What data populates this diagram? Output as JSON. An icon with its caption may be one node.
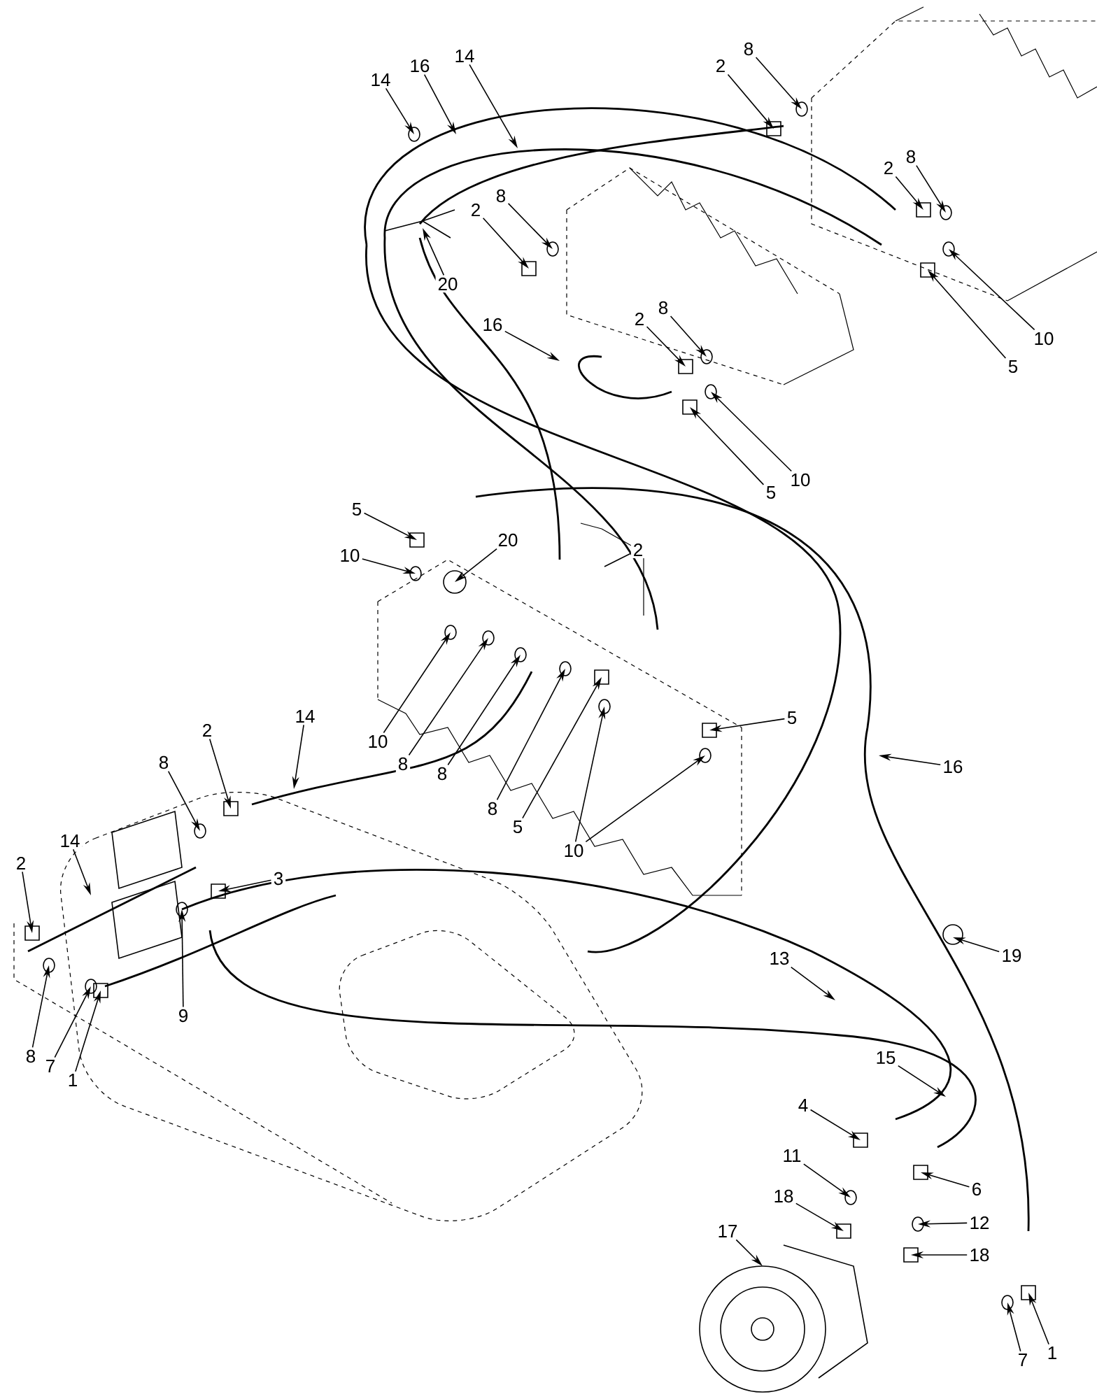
{
  "diagram": {
    "nodes": [
      {
        "text": [
          "14"
        ]
      },
      {
        "text": [
          "16"
        ]
      },
      {
        "text": [
          "14"
        ]
      },
      {
        "text": [
          "2"
        ]
      },
      {
        "text": [
          "8"
        ]
      },
      {
        "text": [
          "2"
        ]
      },
      {
        "text": [
          "8"
        ]
      },
      {
        "text": [
          "2"
        ]
      },
      {
        "text": [
          "8"
        ]
      },
      {
        "text": [
          "20"
        ]
      },
      {
        "text": [
          "10"
        ]
      },
      {
        "text": [
          "5"
        ]
      },
      {
        "text": [
          "16"
        ]
      },
      {
        "text": [
          "2"
        ]
      },
      {
        "text": [
          "8"
        ]
      },
      {
        "text": [
          "10"
        ]
      },
      {
        "text": [
          "5"
        ]
      },
      {
        "text": [
          "5"
        ]
      },
      {
        "text": [
          "10"
        ]
      },
      {
        "text": [
          "20"
        ]
      },
      {
        "text": [
          "2"
        ]
      },
      {
        "text": [
          "10"
        ]
      },
      {
        "text": [
          "8"
        ]
      },
      {
        "text": [
          "8"
        ]
      },
      {
        "text": [
          "8"
        ]
      },
      {
        "text": [
          "5"
        ]
      },
      {
        "text": [
          "10"
        ]
      },
      {
        "text": [
          "5"
        ]
      },
      {
        "text": [
          "16"
        ]
      },
      {
        "text": [
          "14"
        ]
      },
      {
        "text": [
          "2"
        ]
      },
      {
        "text": [
          "8"
        ]
      },
      {
        "text": [
          "14"
        ]
      },
      {
        "text": [
          "2"
        ]
      },
      {
        "text": [
          "3"
        ]
      },
      {
        "text": [
          "9"
        ]
      },
      {
        "text": [
          "8"
        ]
      },
      {
        "text": [
          "7"
        ]
      },
      {
        "text": [
          "1"
        ]
      },
      {
        "text": [
          "19"
        ]
      },
      {
        "text": [
          "13"
        ]
      },
      {
        "text": [
          "15"
        ]
      },
      {
        "text": [
          "4"
        ]
      },
      {
        "text": [
          "11"
        ]
      },
      {
        "text": [
          "6"
        ]
      },
      {
        "text": [
          "18"
        ]
      },
      {
        "text": [
          "12"
        ]
      },
      {
        "text": [
          "18"
        ]
      },
      {
        "text": [
          "17"
        ]
      },
      {
        "text": [
          "7"
        ]
      },
      {
        "text": [
          "1"
        ]
      }
    ],
    "edges": [
      {
        "from": 0,
        "to": null,
        "arrow": "to"
      },
      {
        "from": 1,
        "to": null,
        "arrow": "to"
      },
      {
        "from": 2,
        "to": null,
        "arrow": "to"
      },
      {
        "from": 3,
        "to": null,
        "arrow": "to"
      },
      {
        "from": 4,
        "to": null,
        "arrow": "to"
      },
      {
        "from": 5,
        "to": null,
        "arrow": "to"
      },
      {
        "from": 6,
        "to": null,
        "arrow": "to"
      },
      {
        "from": 7,
        "to": null,
        "arrow": "to"
      },
      {
        "from": 8,
        "to": null,
        "arrow": "to"
      },
      {
        "from": 9,
        "to": null,
        "arrow": "to"
      },
      {
        "from": 10,
        "to": null,
        "arrow": "to"
      },
      {
        "from": 11,
        "to": null,
        "arrow": "to"
      },
      {
        "from": 12,
        "to": null,
        "arrow": "to"
      },
      {
        "from": 13,
        "to": null,
        "arrow": "to"
      },
      {
        "from": 14,
        "to": null,
        "arrow": "to"
      },
      {
        "from": 15,
        "to": null,
        "arrow": "to"
      },
      {
        "from": 16,
        "to": null,
        "arrow": "to"
      },
      {
        "from": 17,
        "to": null,
        "arrow": "to"
      },
      {
        "from": 18,
        "to": null,
        "arrow": "to"
      },
      {
        "from": 19,
        "to": null,
        "arrow": "to"
      },
      {
        "from": 20,
        "to": null,
        "arrow": "none"
      },
      {
        "from": 21,
        "to": null,
        "arrow": "to"
      },
      {
        "from": 22,
        "to": null,
        "arrow": "to"
      },
      {
        "from": 23,
        "to": null,
        "arrow": "to"
      },
      {
        "from": 24,
        "to": null,
        "arrow": "to"
      },
      {
        "from": 25,
        "to": null,
        "arrow": "to"
      },
      {
        "from": 26,
        "to": null,
        "arrow": "to"
      },
      {
        "from": 26,
        "to": null,
        "arrow": "to"
      },
      {
        "from": 27,
        "to": null,
        "arrow": "to"
      },
      {
        "from": 28,
        "to": null,
        "arrow": "to"
      },
      {
        "from": 29,
        "to": null,
        "arrow": "to"
      },
      {
        "from": 30,
        "to": null,
        "arrow": "to"
      },
      {
        "from": 31,
        "to": null,
        "arrow": "to"
      },
      {
        "from": 32,
        "to": null,
        "arrow": "to"
      },
      {
        "from": 33,
        "to": null,
        "arrow": "to"
      },
      {
        "from": 34,
        "to": null,
        "arrow": "to"
      },
      {
        "from": 35,
        "to": null,
        "arrow": "to"
      },
      {
        "from": 36,
        "to": null,
        "arrow": "to"
      },
      {
        "from": 37,
        "to": null,
        "arrow": "to"
      },
      {
        "from": 38,
        "to": null,
        "arrow": "to"
      },
      {
        "from": 39,
        "to": null,
        "arrow": "to"
      },
      {
        "from": 40,
        "to": null,
        "arrow": "to"
      },
      {
        "from": 41,
        "to": null,
        "arrow": "to"
      },
      {
        "from": 42,
        "to": null,
        "arrow": "to"
      },
      {
        "from": 43,
        "to": null,
        "arrow": "to"
      },
      {
        "from": 44,
        "to": null,
        "arrow": "to"
      },
      {
        "from": 45,
        "to": null,
        "arrow": "to"
      },
      {
        "from": 46,
        "to": null,
        "arrow": "to"
      },
      {
        "from": 47,
        "to": null,
        "arrow": "to"
      },
      {
        "from": 48,
        "to": null,
        "arrow": "to"
      },
      {
        "from": 49,
        "to": null,
        "arrow": "to"
      },
      {
        "from": 50,
        "to": null,
        "arrow": "to"
      }
    ]
  }
}
